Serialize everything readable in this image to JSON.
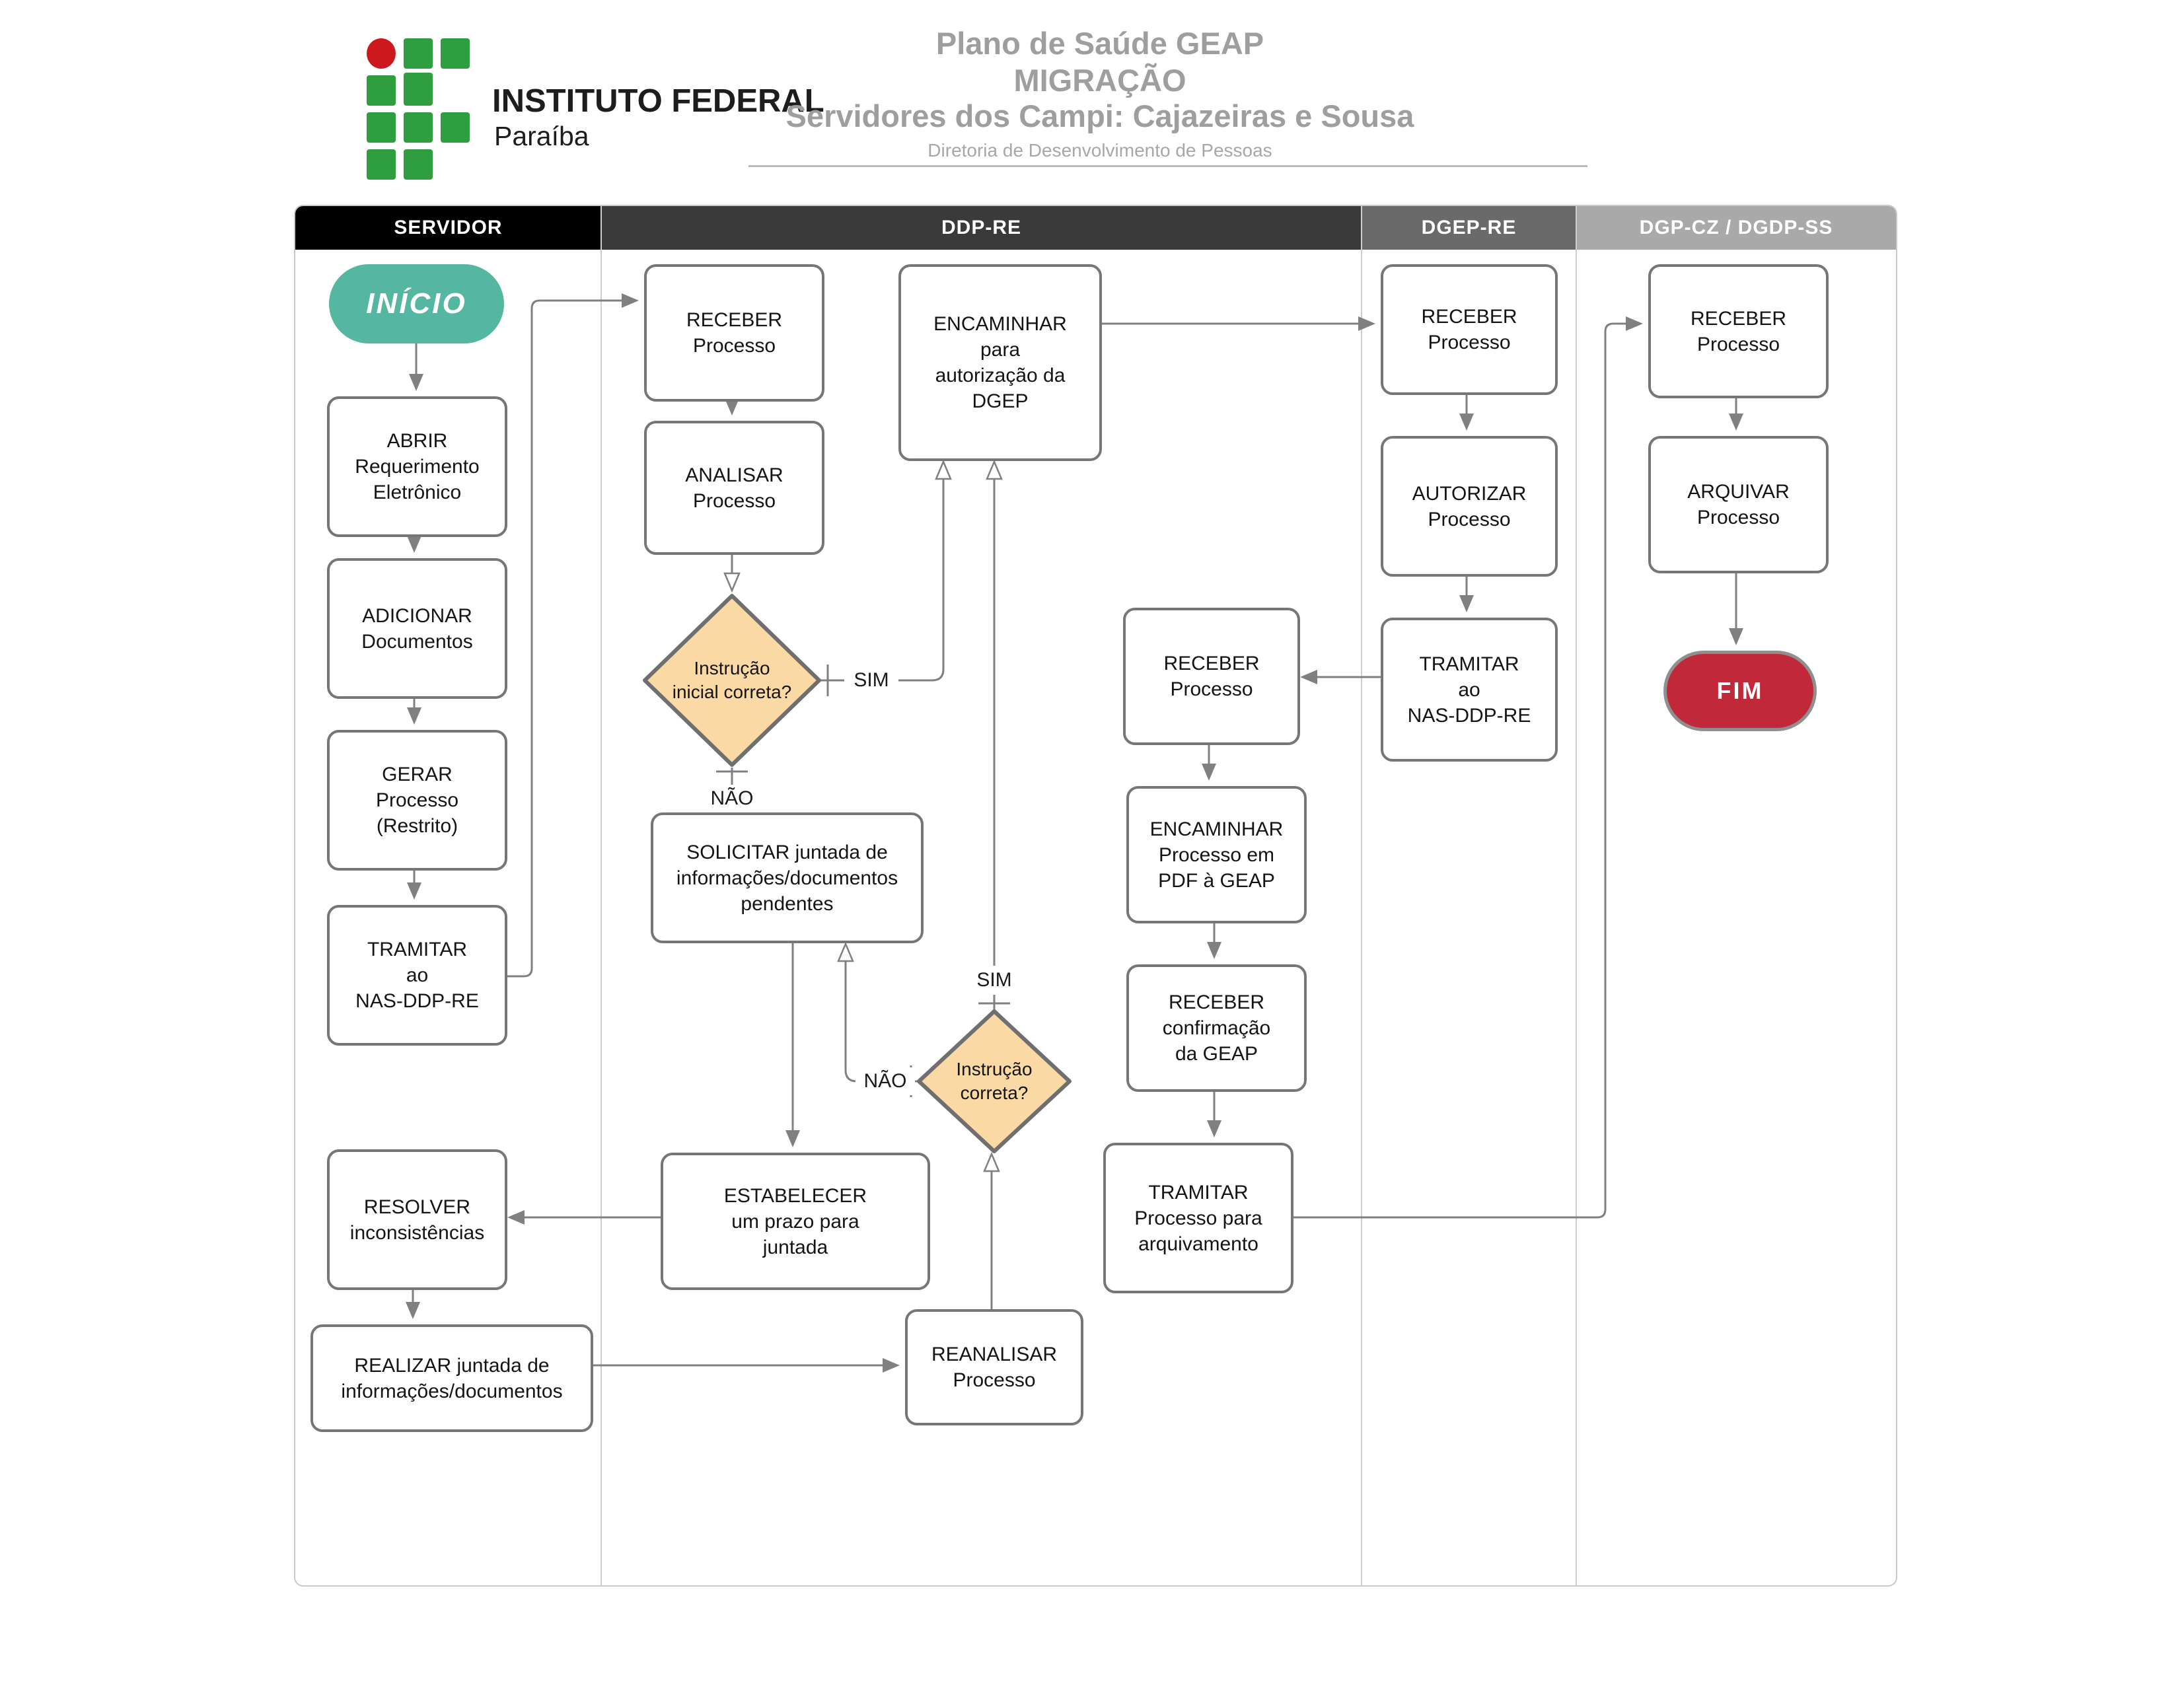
{
  "header": {
    "institution": "INSTITUTO FEDERAL",
    "region": "Paraíba",
    "title_line1": "Plano de Saúde GEAP",
    "title_line2": "MIGRAÇÃO",
    "title_line3": "Servidores dos Campi: Cajazeiras e Sousa",
    "subtitle": "Diretoria de Desenvolvimento de Pessoas"
  },
  "lanes": [
    {
      "label": "SERVIDOR",
      "color": "#000000"
    },
    {
      "label": "DDP-RE",
      "color": "#3a3a3a"
    },
    {
      "label": "DGEP-RE",
      "color": "#6a6a6a"
    },
    {
      "label": "DGP-CZ / DGDP-SS",
      "color": "#a9a9a9"
    }
  ],
  "colors": {
    "start_fill": "#55b6a2",
    "end_fill": "#c1293a",
    "decision_fill": "#fad9a5",
    "box_border": "#767676",
    "wire": "#808080",
    "title_gray": "#9e9e9e",
    "logo_green": "#2f9e41",
    "logo_red": "#cd191e"
  },
  "nodes": {
    "inicio": {
      "label": "INÍCIO"
    },
    "abrir": {
      "label": "ABRIR\nRequerimento\nEletrônico"
    },
    "adicionar": {
      "label": "ADICIONAR\nDocumentos"
    },
    "gerar": {
      "label": "GERAR\nProcesso\n(Restrito)"
    },
    "tramitar_nas": {
      "label": "TRAMITAR\nao\nNAS-DDP-RE"
    },
    "resolver": {
      "label": "RESOLVER\ninconsistências"
    },
    "realizar": {
      "label": "REALIZAR  juntada de\ninformações/documentos"
    },
    "receber_ddp": {
      "label": "RECEBER\nProcesso"
    },
    "analisar": {
      "label": "ANALISAR\nProcesso"
    },
    "decisao_inicial": {
      "label": "Instrução\ninicial correta?",
      "yes": "SIM",
      "no": "NÃO"
    },
    "solicitar": {
      "label": "SOLICITAR juntada de\ninformações/documentos\npendentes"
    },
    "estabelecer": {
      "label": "ESTABELECER\num prazo para\njuntada"
    },
    "encaminhar_dgep": {
      "label": "ENCAMINHAR\npara\nautorização da\nDGEP"
    },
    "decisao_correta": {
      "label": "Instrução\ncorreta?",
      "yes": "SIM",
      "no": "NÃO"
    },
    "reanalisar": {
      "label": "REANALISAR\nProcesso"
    },
    "receber_ddp2": {
      "label": "RECEBER\nProcesso"
    },
    "encaminhar_pdf": {
      "label": "ENCAMINHAR\nProcesso em\nPDF à GEAP"
    },
    "receber_conf": {
      "label": "RECEBER\nconfirmação\nda GEAP"
    },
    "tramitar_arq": {
      "label": "TRAMITAR\nProcesso para\narquivamento"
    },
    "receber_dgep": {
      "label": "RECEBER\nProcesso"
    },
    "autorizar": {
      "label": "AUTORIZAR\nProcesso"
    },
    "tramitar_nas2": {
      "label": "TRAMITAR\nao\nNAS-DDP-RE"
    },
    "receber_dgp": {
      "label": "RECEBER\nProcesso"
    },
    "arquivar": {
      "label": "ARQUIVAR\nProcesso"
    },
    "fim": {
      "label": "FIM"
    }
  }
}
